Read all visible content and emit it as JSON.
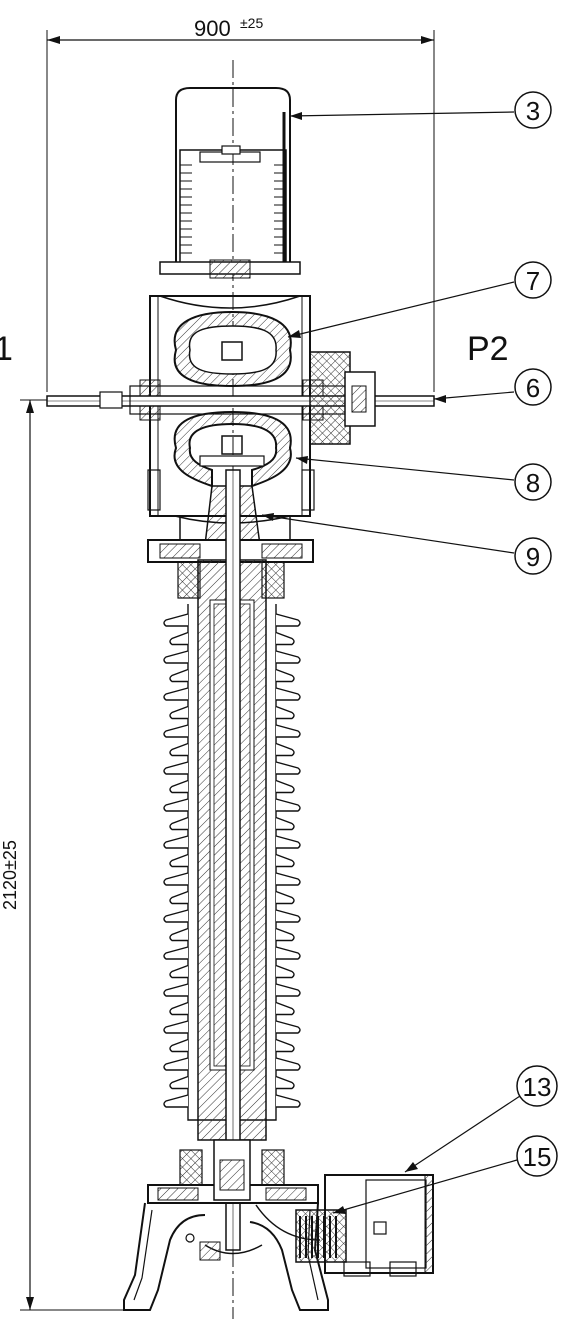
{
  "dimensions": {
    "width_label": "900",
    "width_tolerance": "±25",
    "height_label": "2120±25"
  },
  "terminals": {
    "left": "1",
    "right": "P2"
  },
  "callouts": [
    {
      "label": "3"
    },
    {
      "label": "7"
    },
    {
      "label": "6"
    },
    {
      "label": "8"
    },
    {
      "label": "9"
    },
    {
      "label": "13"
    },
    {
      "label": "15"
    }
  ]
}
